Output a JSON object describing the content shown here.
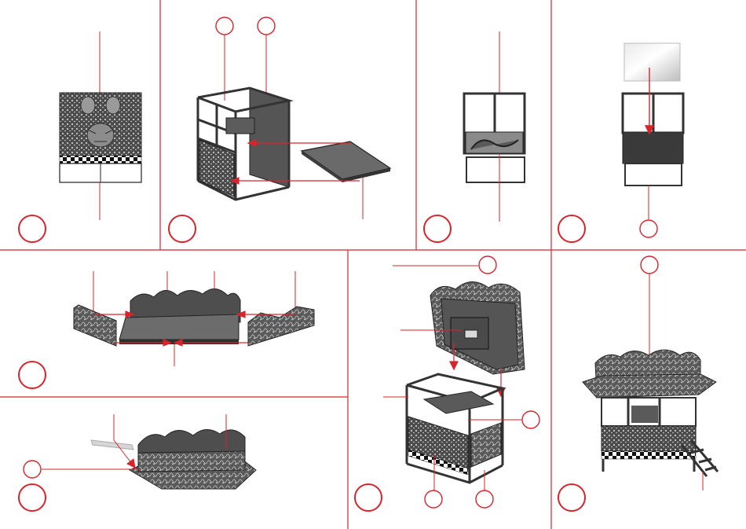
{
  "colors": {
    "accent": "#d8242b",
    "line": "#333333",
    "dark": "#3a3a3a",
    "mid": "#6e6e6e",
    "light": "#c8c8c8",
    "paper": "#ffffff"
  },
  "panels": [
    {
      "id": "step-1",
      "content": "tiger-circus-poster-panel"
    },
    {
      "id": "step-2",
      "content": "frame-and-floor-assembly"
    },
    {
      "id": "step-3",
      "content": "frame-with-scene-panel"
    },
    {
      "id": "step-4",
      "content": "window-glazing-insert"
    },
    {
      "id": "step-5",
      "content": "upper-box-side-walls"
    },
    {
      "id": "step-6",
      "content": "box-with-base-tray"
    },
    {
      "id": "step-7",
      "content": "upper-box-onto-frame"
    },
    {
      "id": "step-8",
      "content": "completed-ticket-booth-with-stairs"
    }
  ]
}
